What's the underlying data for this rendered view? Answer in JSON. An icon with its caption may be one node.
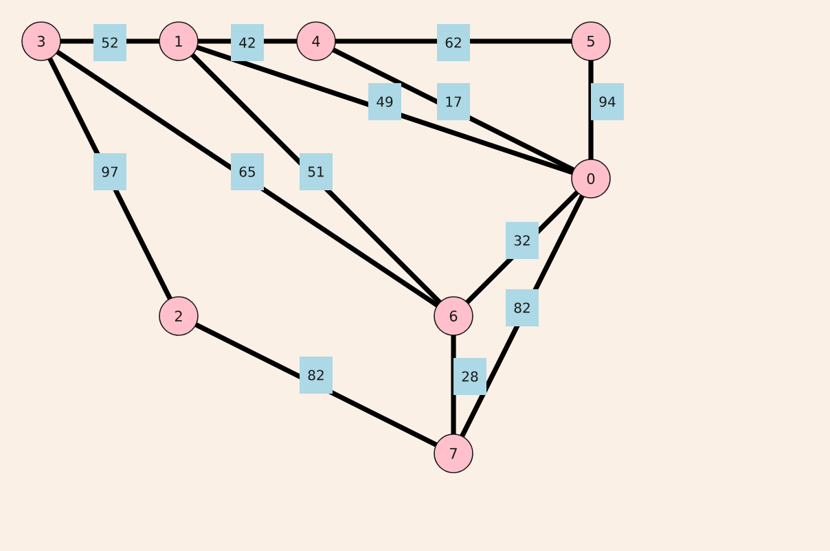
{
  "diagram": {
    "nodes": [
      {
        "text": [
          "3"
        ]
      },
      {
        "text": [
          "1"
        ]
      },
      {
        "text": [
          "4"
        ]
      },
      {
        "text": [
          "5"
        ]
      },
      {
        "text": [
          "0"
        ]
      },
      {
        "text": [
          "2"
        ]
      },
      {
        "text": [
          "6"
        ]
      },
      {
        "text": [
          "7"
        ]
      }
    ],
    "edges": [
      {
        "from": 0,
        "to": 1,
        "arrow": "none",
        "label": "52"
      },
      {
        "from": 1,
        "to": 2,
        "arrow": "none",
        "label": "42"
      },
      {
        "from": 2,
        "to": 3,
        "arrow": "none",
        "label": "62"
      },
      {
        "from": 1,
        "to": 4,
        "arrow": "none",
        "label": "49"
      },
      {
        "from": 2,
        "to": 4,
        "arrow": "none",
        "label": "17"
      },
      {
        "from": 3,
        "to": 4,
        "arrow": "none",
        "label": "94"
      },
      {
        "from": 0,
        "to": 5,
        "arrow": "none",
        "label": "97"
      },
      {
        "from": 0,
        "to": 6,
        "arrow": "none",
        "label": "65"
      },
      {
        "from": 1,
        "to": 6,
        "arrow": "none",
        "label": "51"
      },
      {
        "from": 4,
        "to": 6,
        "arrow": "none",
        "label": "32"
      },
      {
        "from": 4,
        "to": 7,
        "arrow": "none",
        "label": "82"
      },
      {
        "from": 5,
        "to": 7,
        "arrow": "none",
        "label": "82"
      },
      {
        "from": 6,
        "to": 7,
        "arrow": "none",
        "label": "28"
      }
    ]
  }
}
